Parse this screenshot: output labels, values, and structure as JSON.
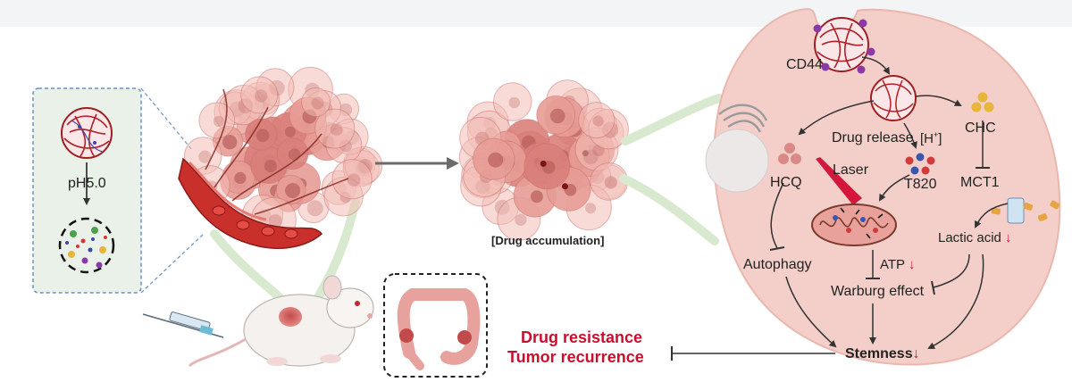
{
  "inset": {
    "condition": "pH5.0"
  },
  "accumulation": {
    "caption": "[Drug accumulation]"
  },
  "cell": {
    "receptor": "CD44",
    "drug_release": "Drug release",
    "proton": "[H",
    "proton_sup": "+",
    "proton_close": "]",
    "chc": "CHC",
    "hcq": "HCQ",
    "laser": "Laser",
    "t820": "T820",
    "mct1": "MCT1",
    "atp": "ATP",
    "lactic_acid": "Lactic acid",
    "autophagy": "Autophagy",
    "warburg": "Warburg effect",
    "stemness": "Stemness",
    "down_arrow": "↓"
  },
  "outcome": {
    "line1": "Drug resistance",
    "line2": "Tumor recurrence"
  },
  "colors": {
    "cell_fill": "#f4cfc9",
    "cell_stroke": "#e9b7ae",
    "tumor": "#e88b86",
    "tumor_dark": "#b84a4a",
    "vessel": "#c9302c",
    "inset_bg": "#e9f1e8",
    "inset_border": "#6a8fc6",
    "emphasis": "#c8102e",
    "nano_red": "#c0282b",
    "purple": "#8a3aa8",
    "gold": "#e8b53b",
    "beam": "#d4163c"
  }
}
